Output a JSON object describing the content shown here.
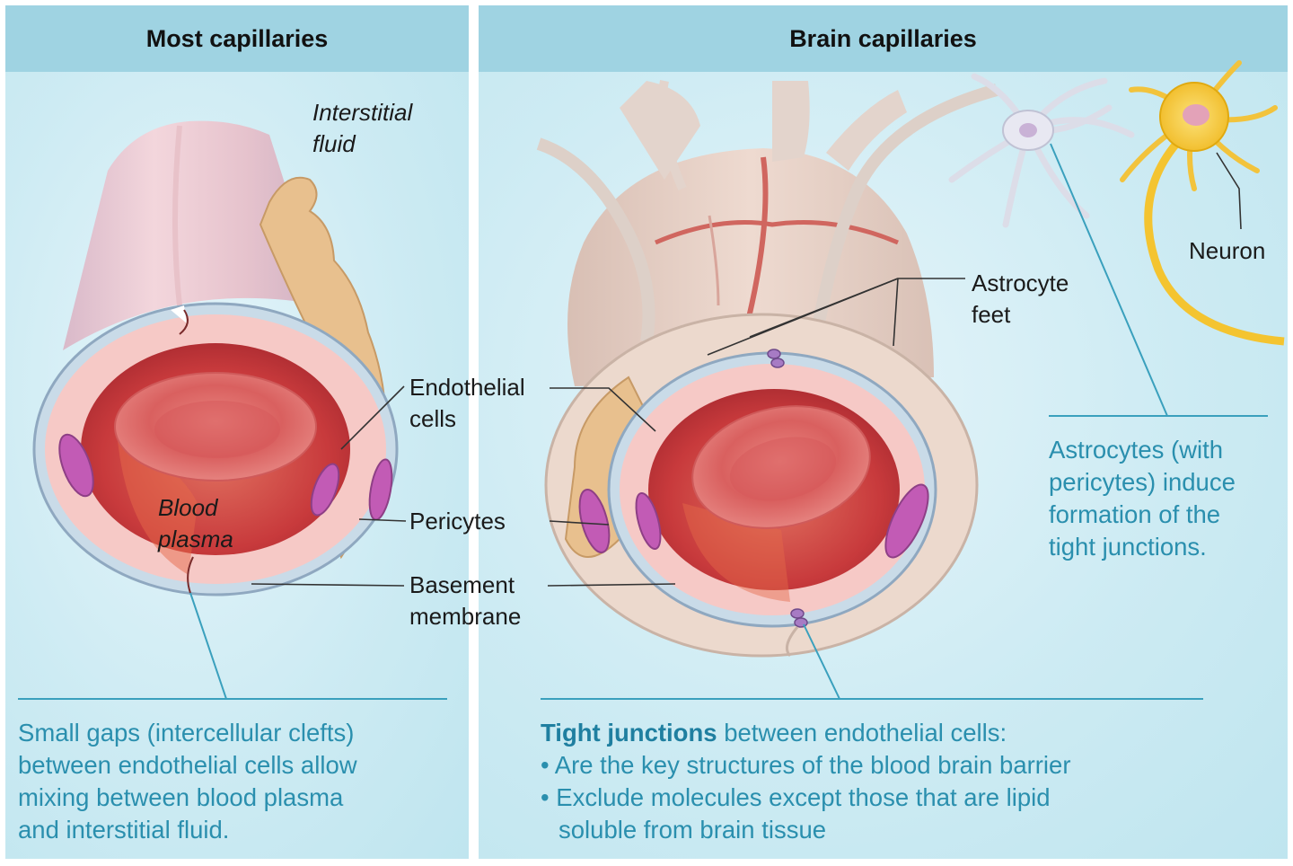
{
  "panels": {
    "left": {
      "title": "Most capillaries"
    },
    "right": {
      "title": "Brain capillaries"
    }
  },
  "labels": {
    "interstitial_fluid": [
      "Interstitial",
      "fluid"
    ],
    "blood_plasma": [
      "Blood",
      "plasma"
    ],
    "endothelial_cells": [
      "Endothelial",
      "cells"
    ],
    "pericytes": "Pericytes",
    "basement_membrane": [
      "Basement",
      "membrane"
    ],
    "astrocyte_feet": [
      "Astrocyte",
      "feet"
    ],
    "neuron": "Neuron"
  },
  "notes": {
    "left": [
      "Small gaps (intercellular clefts)",
      "between endothelial cells allow",
      "mixing between blood plasma",
      "and interstitial fluid."
    ],
    "astrocytes": [
      "Astrocytes (with",
      "pericytes) induce",
      "formation of the",
      "tight junctions."
    ],
    "tight_junctions": {
      "bold": "Tight junctions",
      "rest": " between endothelial cells:",
      "bullets": [
        "• Are the key structures of the blood brain barrier",
        "• Exclude molecules except those that are lipid"
      ],
      "continuation": "soluble from brain tissue"
    }
  },
  "colors": {
    "header": "#9fd3e2",
    "background": "#cdebf3",
    "note_text": "#2a8fae",
    "leader_line": "#3aa0bd",
    "vessel_lumen": "#c8383c",
    "endothelium": "#f6c9c6",
    "pericyte": "#c25bb5",
    "astrocyte_tissue": "#e9d6c9",
    "neuron": "#f4c430"
  }
}
